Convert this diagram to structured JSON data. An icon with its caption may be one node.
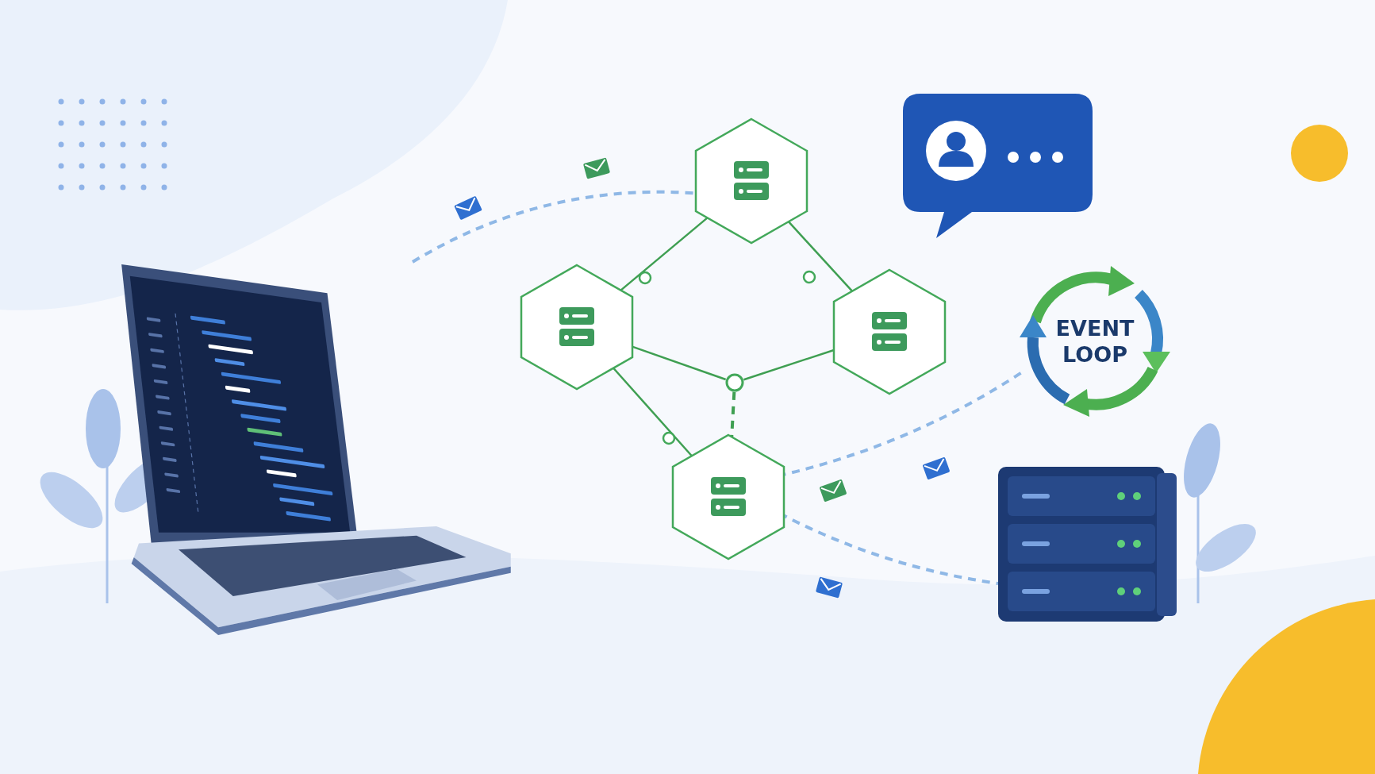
{
  "diagram": {
    "nodes": [
      {
        "text": [],
        "shape": "picture"
      },
      {
        "text": [],
        "shape": "hexagon"
      },
      {
        "text": [],
        "shape": "hexagon"
      },
      {
        "text": [],
        "shape": "hexagon"
      },
      {
        "text": [],
        "shape": "hexagon"
      },
      {
        "text": [],
        "shape": "circle"
      },
      {
        "text": [
          "EVENT LOOP"
        ]
      },
      {
        "text": [],
        "shape": "picture"
      }
    ],
    "edges": [
      {
        "from": 0,
        "to": 1,
        "arrow": "none",
        "style": "dashed",
        "color": "#8fb8e6"
      },
      {
        "from": 1,
        "to": 2,
        "arrow": "none"
      },
      {
        "from": 1,
        "to": 3,
        "arrow": "none"
      },
      {
        "from": 2,
        "to": 5,
        "arrow": "none"
      },
      {
        "from": 5,
        "to": 3,
        "arrow": "none"
      },
      {
        "from": 2,
        "to": 4,
        "arrow": "none"
      },
      {
        "from": 5,
        "to": 4,
        "arrow": "none",
        "style": "dashed"
      },
      {
        "from": 4,
        "to": 6,
        "arrow": "none",
        "style": "dashed",
        "color": "#8fb8e6"
      },
      {
        "from": 4,
        "to": 7,
        "arrow": "none",
        "style": "dashed",
        "color": "#8fb8e6"
      }
    ]
  }
}
